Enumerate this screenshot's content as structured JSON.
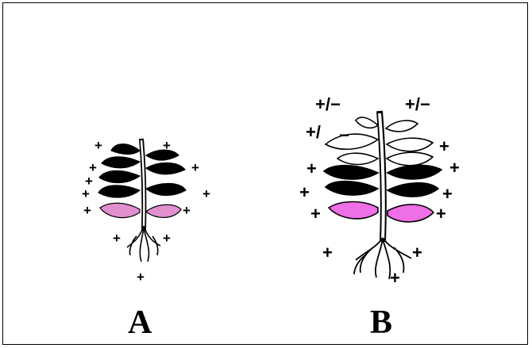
{
  "panels": {
    "a": {
      "label": "A"
    },
    "b": {
      "label": "B"
    }
  },
  "marks": {
    "plus": "+",
    "plus_minus": "+/−",
    "plus_slash": "+/",
    "minus": "−"
  },
  "colors": {
    "leaf_dark": "#000000",
    "leaf_pink_a": "#e28fcf",
    "leaf_pink_b": "#ef6fe6",
    "leaf_white": "#ffffff",
    "outline": "#000000"
  },
  "icons": {
    "plant_a": "plant-with-dark-and-pink-leaves",
    "plant_b": "plant-with-white-dark-and-pink-leaves"
  }
}
